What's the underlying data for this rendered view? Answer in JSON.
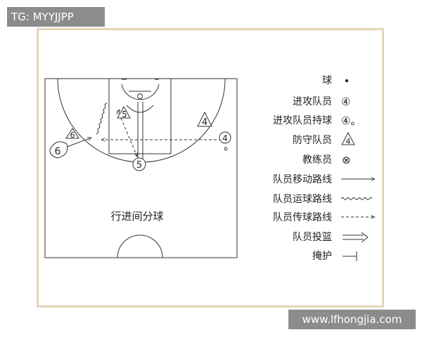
{
  "watermark_tag": "TG: MYYJJPP",
  "site_footer": "www.lfhongjia.com",
  "diagram": {
    "caption": "行进间分球",
    "players": {
      "p6_circle": "6",
      "p6_triangle": "6",
      "p5_triangle": "5",
      "p4_triangle": "4",
      "p5_circle": "5",
      "p4_circle": "4"
    }
  },
  "legend": [
    {
      "label": "球",
      "symbol": "ball",
      "icon": "ball-dot-icon"
    },
    {
      "label": "进攻队员",
      "symbol": "④",
      "icon": "circled-number-icon"
    },
    {
      "label": "进攻队员持球",
      "symbol": "④。",
      "icon": "circled-number-with-ball-icon"
    },
    {
      "label": "防守队员",
      "symbol": "4",
      "icon": "triangle-number-icon"
    },
    {
      "label": "教练员",
      "symbol": "⊗",
      "icon": "circled-x-icon"
    },
    {
      "label": "队员移动路线",
      "symbol": "",
      "icon": "solid-arrow-icon"
    },
    {
      "label": "队员运球路线",
      "symbol": "",
      "icon": "wavy-arrow-icon"
    },
    {
      "label": "队员传球路线",
      "symbol": "",
      "icon": "dashed-arrow-icon"
    },
    {
      "label": "队员投篮",
      "symbol": "",
      "icon": "double-arrow-icon"
    },
    {
      "label": "掩护",
      "symbol": "",
      "icon": "screen-t-icon"
    }
  ]
}
